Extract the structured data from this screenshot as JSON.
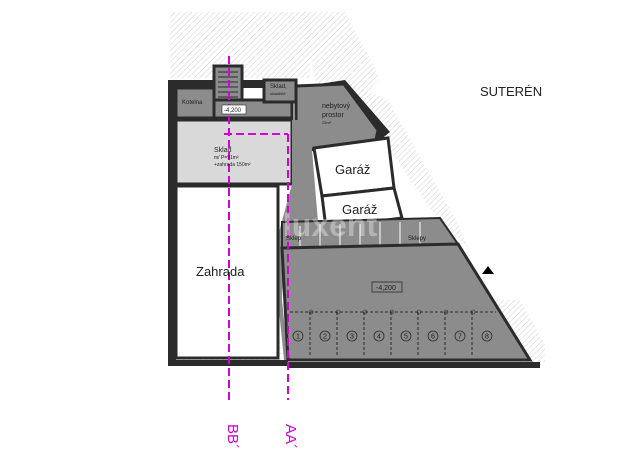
{
  "title": "SUTERÉN",
  "rooms": {
    "kotelna": "Kotelna",
    "sklad_top": "Sklad,",
    "sklad_top_sub": "skladiště",
    "nebytovy_1": "nebytový",
    "nebytovy_2": "prostor",
    "nebytovy_3": "25m²",
    "sklad_main": "Sklad",
    "sklad_main_sub1": "m/ P=91m²",
    "sklad_main_sub2": "+zahrada 150m²",
    "garaz_1": "Garáž",
    "garaz_2": "Garáž",
    "zahrada": "Zahrada",
    "sklep_1": "Sklep",
    "sklep_2": "Sklepy"
  },
  "levels": {
    "stair": "-4,200",
    "parking": "-4,200"
  },
  "parking_numbers": [
    "1",
    "2",
    "3",
    "4",
    "5",
    "6",
    "7",
    "8"
  ],
  "section_lines": {
    "bb": "BB´",
    "aa": "AA´"
  },
  "watermark": "luxent",
  "colors": {
    "dark_gray": "#8c8c8c",
    "light_gray": "#d9d9d9",
    "wall": "#2b2b2b",
    "section": "#d400d4"
  }
}
